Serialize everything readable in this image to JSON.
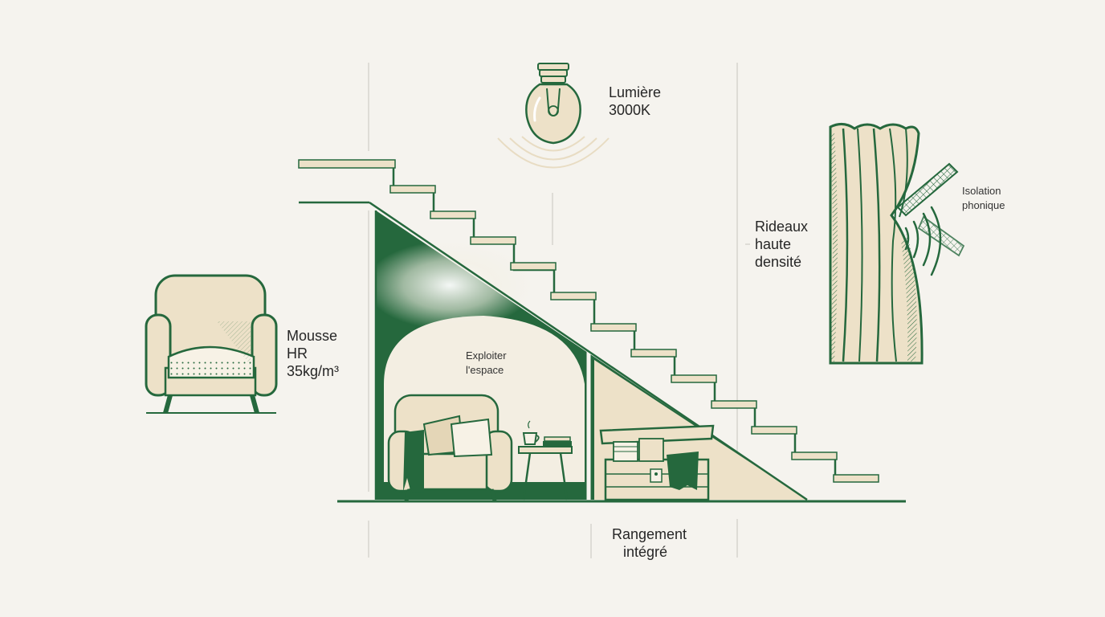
{
  "labels": {
    "light": {
      "line1": "Lumière",
      "line2": "3000K"
    },
    "foam": {
      "line1": "Mousse",
      "line2": "HR",
      "line3": "35kg/m³"
    },
    "curtains": {
      "line1": "Rideaux",
      "line2": "haute",
      "line3": "densité"
    },
    "insulation": {
      "line1": "Isolation",
      "line2": "phonique"
    },
    "space": {
      "line1": "Exploiter",
      "line2": "l'espace"
    },
    "storage": {
      "line1": "Rangement",
      "line2": "intégré"
    }
  },
  "icons": [
    "light-bulb-icon",
    "armchair-icon",
    "curtain-icon",
    "storage-chest-icon",
    "teacup-icon",
    "sound-wave-icon"
  ],
  "colors": {
    "background": "#f5f3ee",
    "green": "#25683d",
    "cream": "#ede1c8",
    "guide_line": "#cfcdc6"
  }
}
